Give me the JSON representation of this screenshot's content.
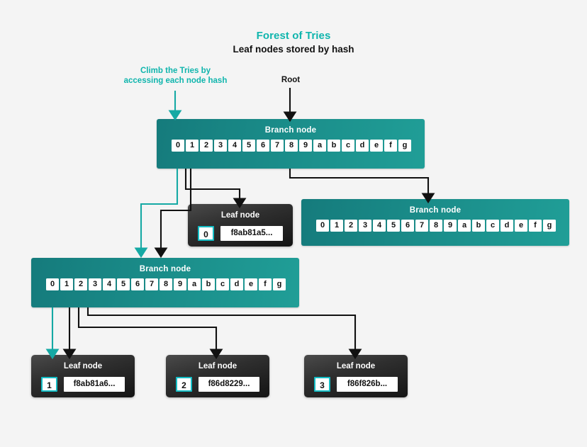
{
  "page": {
    "title": "Forest of Tries",
    "subtitle": "Leaf nodes stored by hash",
    "background_color": "#f4f4f4",
    "accent_color": "#0fb5ad",
    "branch_color": "#178080",
    "leaf_color": "#222222",
    "index_border_color": "#14bcc4"
  },
  "annotations": [
    {
      "id": "climb",
      "line1": "Climb the Tries by",
      "line2": "accessing each node hash",
      "color": "#0fb5ad"
    },
    {
      "id": "root",
      "line1": "Root",
      "line2": "",
      "color": "#111111"
    }
  ],
  "nodes": {
    "root_branch": {
      "label": "Branch node",
      "cells": [
        "0",
        "1",
        "2",
        "3",
        "4",
        "5",
        "6",
        "7",
        "8",
        "9",
        "a",
        "b",
        "c",
        "d",
        "e",
        "f",
        "g"
      ]
    },
    "right_branch": {
      "label": "Branch node",
      "cells": [
        "0",
        "1",
        "2",
        "3",
        "4",
        "5",
        "6",
        "7",
        "8",
        "9",
        "a",
        "b",
        "c",
        "d",
        "e",
        "f",
        "g"
      ]
    },
    "left_branch": {
      "label": "Branch node",
      "cells": [
        "0",
        "1",
        "2",
        "3",
        "4",
        "5",
        "6",
        "7",
        "8",
        "9",
        "a",
        "b",
        "c",
        "d",
        "e",
        "f",
        "g"
      ]
    },
    "leaf_top": {
      "label": "Leaf node",
      "index": "0",
      "hash": "f8ab81a5..."
    },
    "leaf_1": {
      "label": "Leaf node",
      "index": "1",
      "hash": "f8ab81a6..."
    },
    "leaf_2": {
      "label": "Leaf node",
      "index": "2",
      "hash": "f86d8229..."
    },
    "leaf_3": {
      "label": "Leaf node",
      "index": "3",
      "hash": "f86f826b..."
    }
  }
}
